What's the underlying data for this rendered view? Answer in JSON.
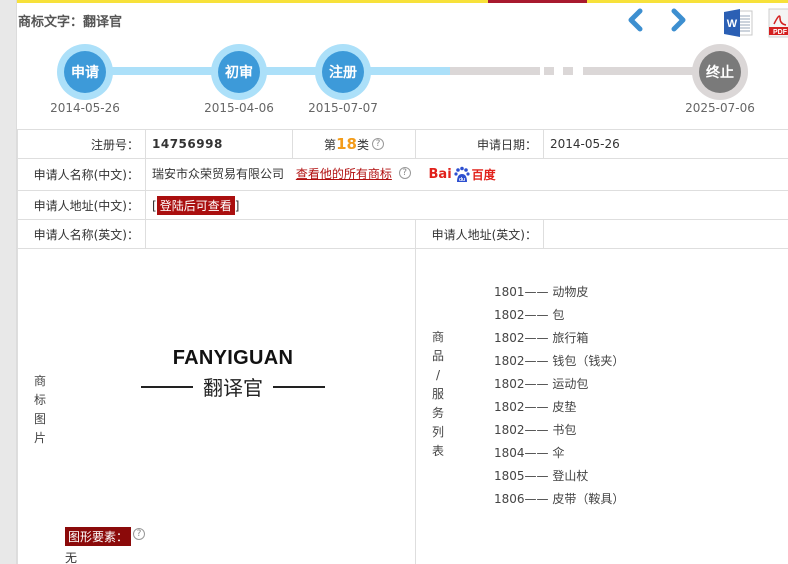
{
  "header": {
    "title": "商标文字：翻译官",
    "nav": {
      "prev_icon": "chevron-left-icon",
      "next_icon": "chevron-right-icon",
      "word_icon": "word-document-icon",
      "pdf_icon": "pdf-document-icon"
    },
    "colors": {
      "top_bar": "#f7e13a",
      "top_bar_mark": "#a8192e",
      "nav_arrow": "#3d8fd0"
    }
  },
  "timeline": {
    "steps": [
      {
        "label": "申请",
        "date": "2014-05-26",
        "state": "done"
      },
      {
        "label": "初审",
        "date": "2015-04-06",
        "state": "done"
      },
      {
        "label": "注册",
        "date": "2015-07-07",
        "state": "done"
      },
      {
        "label": "终止",
        "date": "2025-07-06",
        "state": "pending"
      }
    ],
    "colors": {
      "active": "#3d9ad9",
      "active_ring": "#ace0f9",
      "inactive": "#7a7a7a",
      "inactive_ring": "#dbd7d7"
    }
  },
  "details": {
    "reg_no_label": "注册号：",
    "reg_no": "14756998",
    "class_prefix": "第",
    "class_num": "18",
    "class_suffix": "类",
    "help_glyph": "?",
    "apply_date_label": "申请日期：",
    "apply_date": "2014-05-26",
    "applicant_cn_label": "申请人名称(中文)：",
    "applicant_cn": "瑞安市众荣贸易有限公司",
    "view_all_link": "查看他的所有商标",
    "baidu_en": "Bai",
    "baidu_cn": "百度",
    "address_cn_label": "申请人地址(中文)：",
    "bracket_open": "[",
    "login_to_view": "登陆后可查看",
    "bracket_close": "]",
    "applicant_en_label": "申请人名称(英文)：",
    "applicant_en": "",
    "address_en_label": "申请人地址(英文)：",
    "address_en": ""
  },
  "trademark_image": {
    "side_label": [
      "商",
      "标",
      "图",
      "片"
    ],
    "logo_text_en": "FANYIGUAN",
    "logo_text_cn": "翻译官",
    "figure_elements_label": "图形要素：",
    "figure_elements_value": "无"
  },
  "goods": {
    "side_label": [
      "商",
      "品",
      "/",
      "服",
      "务",
      "列",
      "表"
    ],
    "items": [
      "1801—— 动物皮",
      "1802—— 包",
      "1802—— 旅行箱",
      "1802—— 钱包（钱夹）",
      "1802—— 运动包",
      "1802—— 皮垫",
      "1802—— 书包",
      "1804—— 伞",
      "1805—— 登山杖",
      "1806—— 皮带（鞍具）"
    ]
  }
}
